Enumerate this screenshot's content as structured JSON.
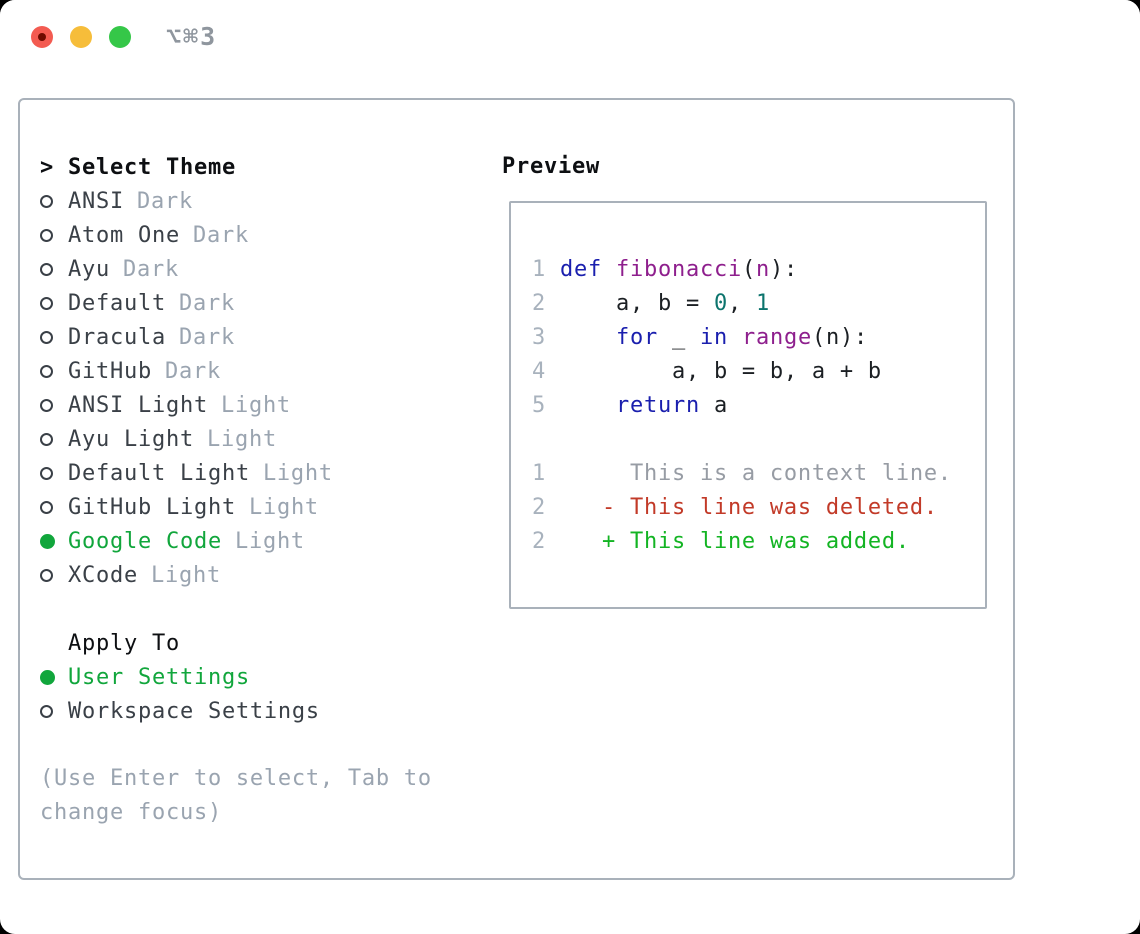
{
  "titlebar": {
    "shortcut": "⌥⌘3",
    "buttons": [
      "close",
      "minimize",
      "zoom"
    ]
  },
  "theme_panel": {
    "list_title": "Select Theme",
    "list_prefix": ">",
    "themes": [
      {
        "name": "ANSI",
        "tag": "Dark",
        "selected": false
      },
      {
        "name": "Atom One",
        "tag": "Dark",
        "selected": false
      },
      {
        "name": "Ayu",
        "tag": "Dark",
        "selected": false
      },
      {
        "name": "Default",
        "tag": "Dark",
        "selected": false
      },
      {
        "name": "Dracula",
        "tag": "Dark",
        "selected": false
      },
      {
        "name": "GitHub",
        "tag": "Dark",
        "selected": false
      },
      {
        "name": "ANSI Light",
        "tag": "Light",
        "selected": false
      },
      {
        "name": "Ayu Light",
        "tag": "Light",
        "selected": false
      },
      {
        "name": "Default Light",
        "tag": "Light",
        "selected": false
      },
      {
        "name": "GitHub Light",
        "tag": "Light",
        "selected": false
      },
      {
        "name": "Google Code",
        "tag": "Light",
        "selected": true
      },
      {
        "name": "XCode",
        "tag": "Light",
        "selected": false
      }
    ],
    "apply_title": "Apply To",
    "apply_options": [
      {
        "name": "User Settings",
        "selected": true
      },
      {
        "name": "Workspace Settings",
        "selected": false
      }
    ],
    "help_text": "(Use Enter to select, Tab to change focus)"
  },
  "preview": {
    "title": "Preview",
    "code_lines": [
      {
        "num": "1",
        "tokens": [
          [
            "def",
            "kw"
          ],
          [
            " ",
            "pln"
          ],
          [
            "fibonacci",
            "fn"
          ],
          [
            "(",
            "pln"
          ],
          [
            "n",
            "fn"
          ],
          [
            "):",
            "pln"
          ]
        ]
      },
      {
        "num": "2",
        "tokens": [
          [
            "    a, b = ",
            "pln"
          ],
          [
            "0",
            "num"
          ],
          [
            ", ",
            "pln"
          ],
          [
            "1",
            "num"
          ]
        ]
      },
      {
        "num": "3",
        "tokens": [
          [
            "    ",
            "pln"
          ],
          [
            "for",
            "kw"
          ],
          [
            " _ ",
            "pln"
          ],
          [
            "in",
            "kw"
          ],
          [
            " ",
            "pln"
          ],
          [
            "range",
            "fn"
          ],
          [
            "(n):",
            "pln"
          ]
        ]
      },
      {
        "num": "4",
        "tokens": [
          [
            "        a, b = b, a + b",
            "pln"
          ]
        ]
      },
      {
        "num": "5",
        "tokens": [
          [
            "    ",
            "pln"
          ],
          [
            "return",
            "kw"
          ],
          [
            " a",
            "pln"
          ]
        ]
      }
    ],
    "diff_lines": [
      {
        "num": "1",
        "sign": " ",
        "text": "This is a context line.",
        "kind": "context"
      },
      {
        "num": "2",
        "sign": "-",
        "text": "This line was deleted.",
        "kind": "deleted"
      },
      {
        "num": "2",
        "sign": "+",
        "text": "This line was added.",
        "kind": "added"
      }
    ]
  },
  "colors": {
    "accent_green": "#11a63c",
    "keyword_blue": "#1a1fae",
    "function_purple": "#8e1f8d",
    "number_teal": "#0c746d",
    "diff_deleted": "#c23a28",
    "diff_added": "#13b423",
    "diff_context": "#979ca4",
    "muted_gray": "#9aa4b0",
    "border_gray": "#a9b1ba",
    "traffic_red": "#f35b51",
    "traffic_yellow": "#f6bd3a",
    "traffic_green": "#35c748"
  }
}
